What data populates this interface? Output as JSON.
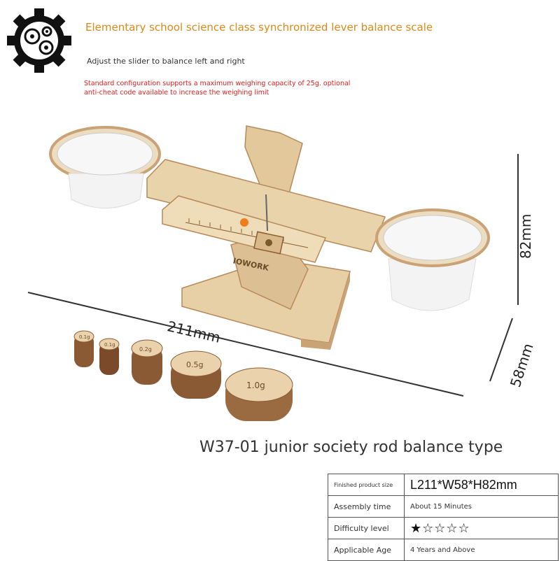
{
  "header": {
    "title": "Elementary school science class synchronized lever balance scale",
    "subtitle": "Adjust the slider to balance left and right",
    "note": "Standard configuration supports a maximum weighing capacity of 25g. optional anti-cheat code available to increase the weighing limit"
  },
  "product": {
    "brand": "IOWORK",
    "weights": [
      "0.1g",
      "0.1g",
      "0.2g",
      "0.5g",
      "1.0g"
    ],
    "dimensions": {
      "length": "211mm",
      "width": "58mm",
      "height": "82mm"
    }
  },
  "model_name": "W37-01 junior society rod balance type",
  "specs": [
    {
      "label": "Finished product size",
      "value": "L211*W58*H82mm"
    },
    {
      "label": "Assembly time",
      "value": "About 15 Minutes"
    },
    {
      "label": "Difficulty level",
      "value": "★☆☆☆☆"
    },
    {
      "label": "Applicable Age",
      "value": "4 Years and Above"
    }
  ],
  "colors": {
    "title": "#d98a1a",
    "note": "#e02020",
    "wood": "#e7cfa6",
    "wood_dark": "#b8895a"
  }
}
